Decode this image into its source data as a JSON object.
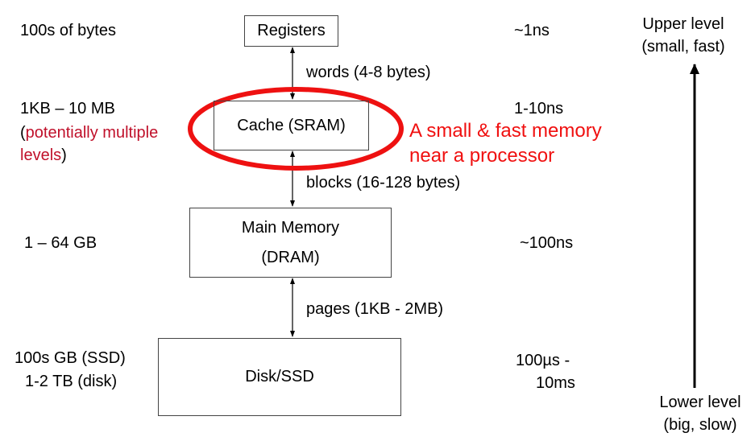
{
  "levels": [
    {
      "name": "Registers",
      "size": "100s of bytes",
      "latency": "~1ns"
    },
    {
      "name": "Cache (SRAM)",
      "size": "1KB – 10 MB",
      "size_note_open": "(",
      "size_note": "potentially multiple",
      "size_note2": "levels",
      "size_note_close": ")",
      "latency": "1-10ns"
    },
    {
      "name_line1": "Main Memory",
      "name_line2": "(DRAM)",
      "size": "1 – 64 GB",
      "latency": "~100ns"
    },
    {
      "name": "Disk/SSD",
      "size_line1": "100s GB (SSD)",
      "size_line2": "1-2 TB (disk)",
      "latency_line1": "100µs -",
      "latency_line2": "10ms"
    }
  ],
  "transfers": [
    "words (4-8 bytes)",
    "blocks (16-128 bytes)",
    "pages (1KB - 2MB)"
  ],
  "callout": {
    "line1": "A small & fast memory",
    "line2": "near a processor",
    "color": "#f01010"
  },
  "axis": {
    "top_line1": "Upper level",
    "top_line2": "(small, fast)",
    "bottom_line1": "Lower level",
    "bottom_line2": "(big, slow)"
  },
  "colors": {
    "highlight": "#ee1111",
    "note": "#c0102a"
  }
}
